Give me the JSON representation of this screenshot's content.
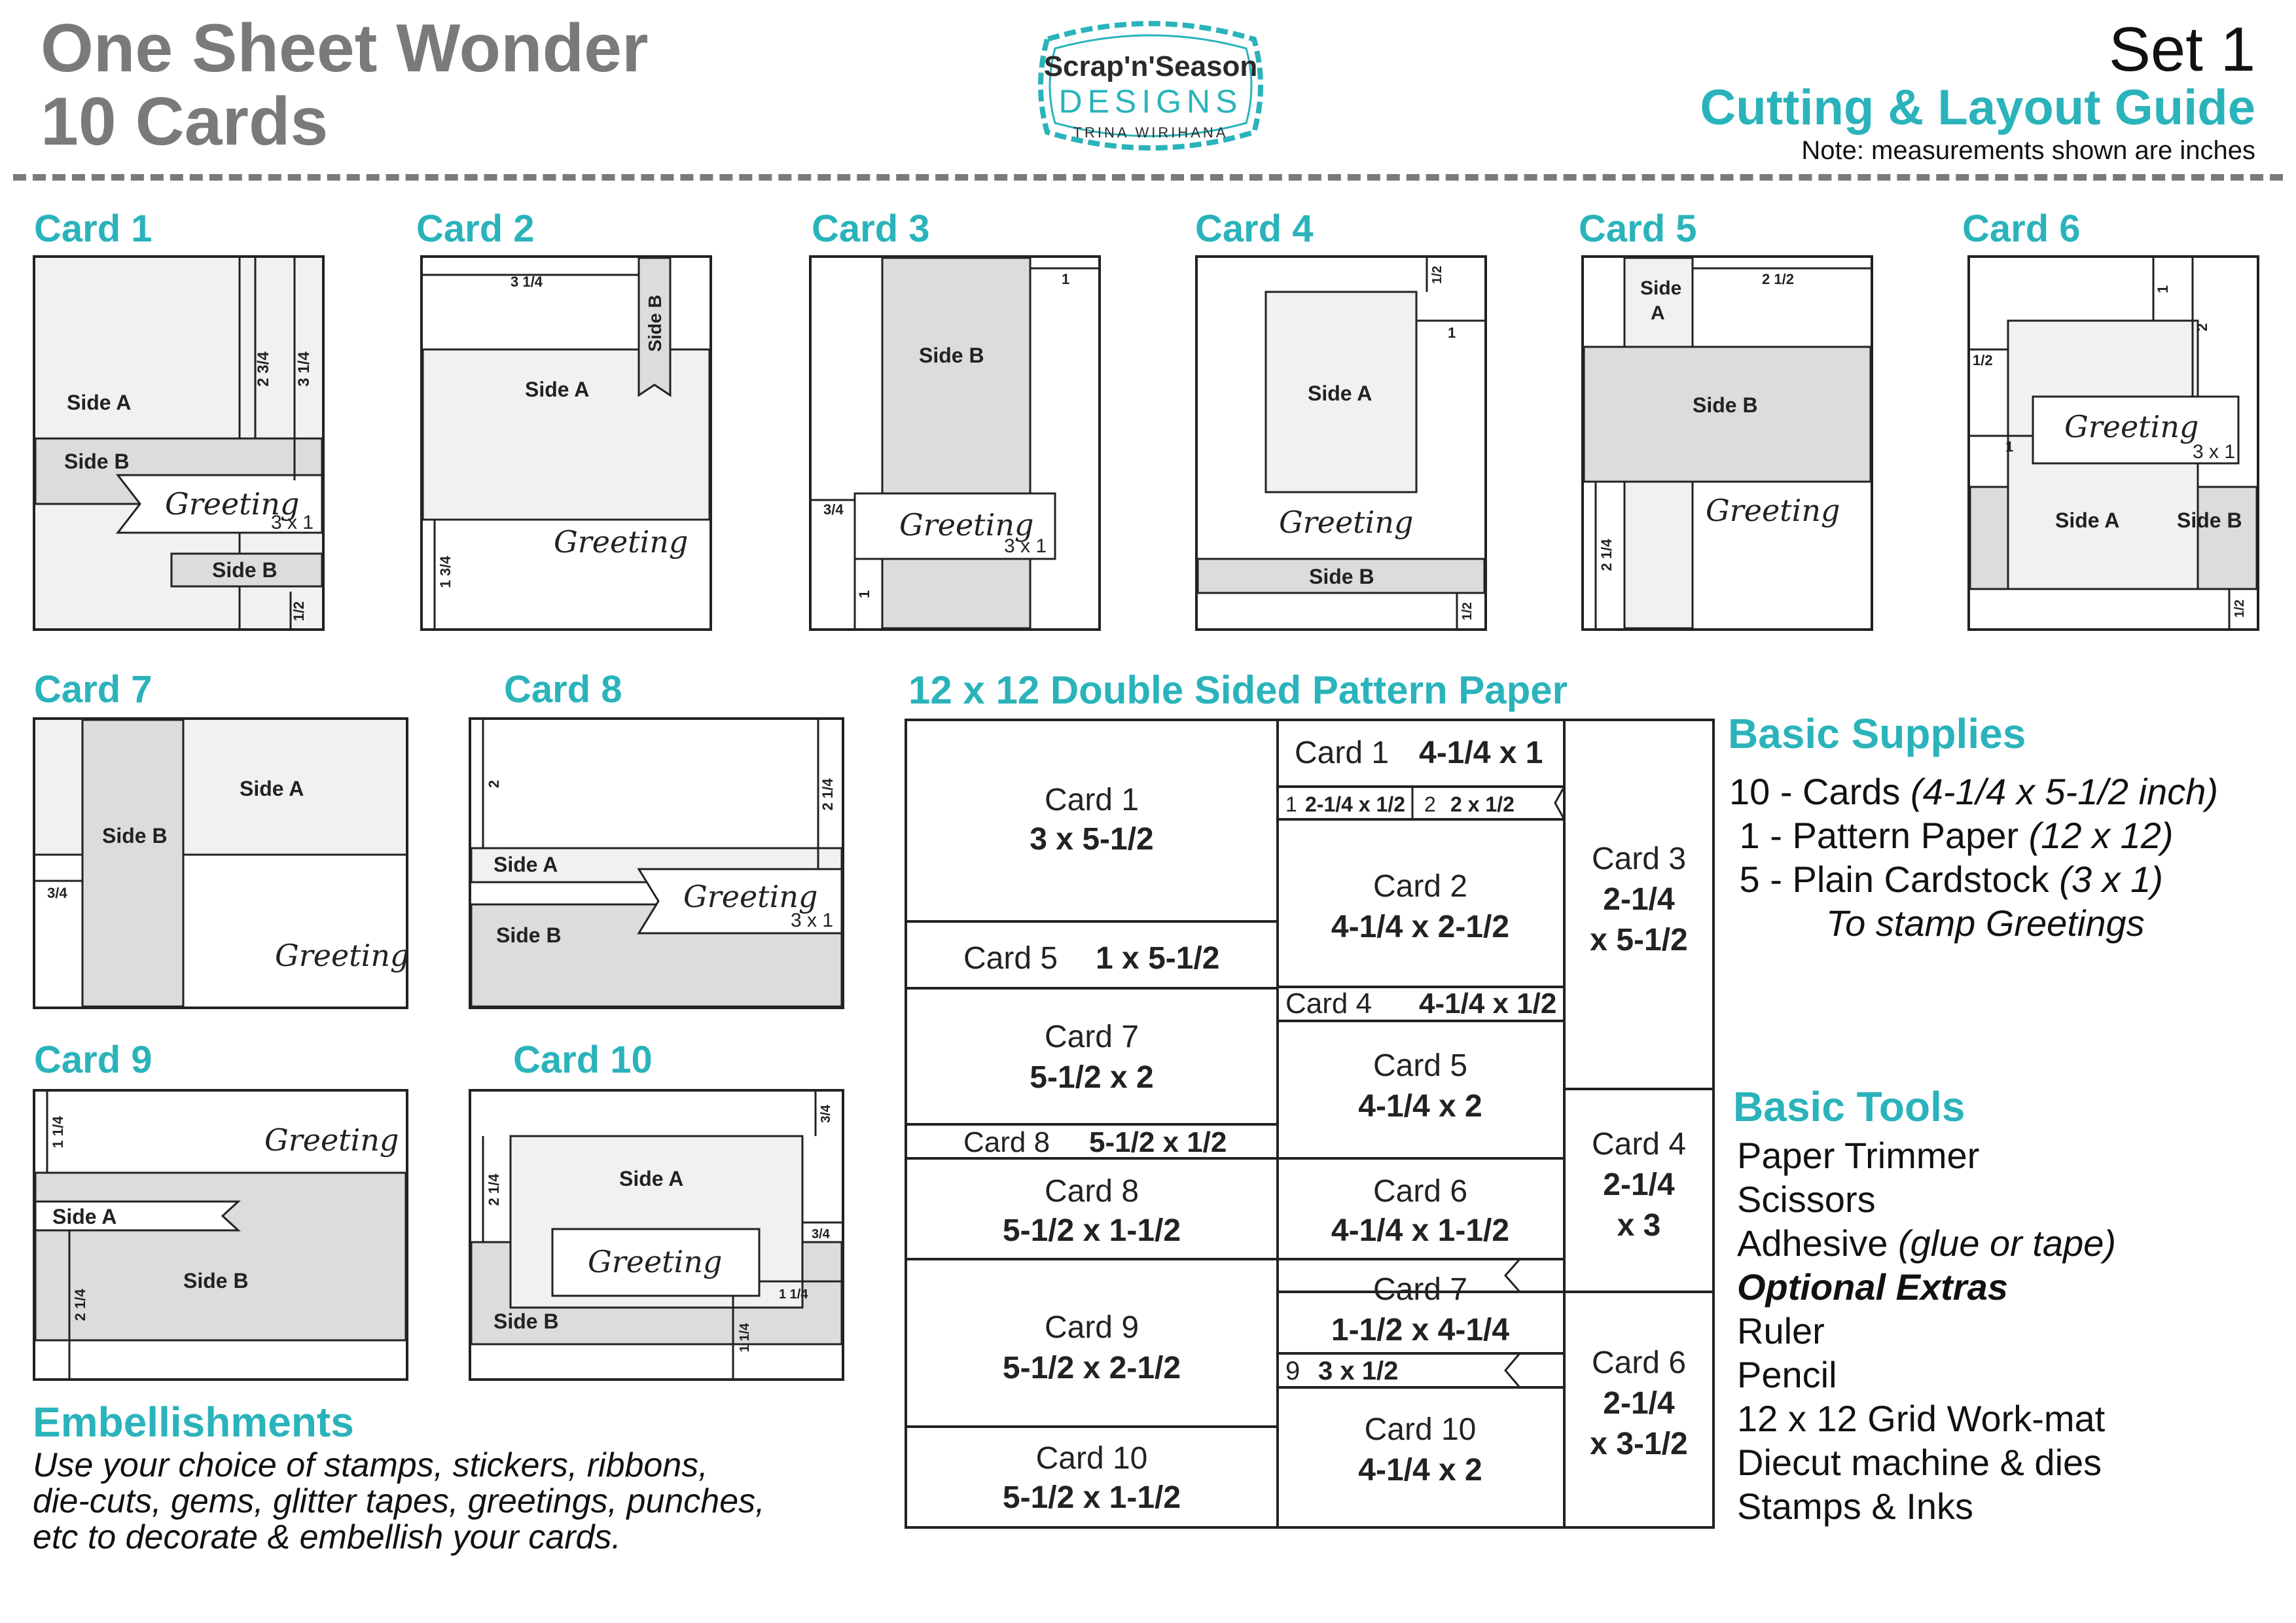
{
  "header": {
    "title_line1": "One Sheet Wonder",
    "title_line2": "10 Cards",
    "set": "Set 1",
    "guide": "Cutting & Layout Guide",
    "note": "Note: measurements shown are inches"
  },
  "logo": {
    "line1": "Scrap'n'Season",
    "line2": "DESIGNS",
    "line3": "TRINA WIRIHANA"
  },
  "colors": {
    "accent": "#2ab3bb",
    "title_gray": "#7a7a7a",
    "panel_light": "#f1f1f1",
    "panel_dark": "#dcdcdc"
  },
  "labels": {
    "side_a": "Side A",
    "side_b": "Side B",
    "greeting": "Greeting",
    "size_3x1": "3 x 1"
  },
  "cards": [
    {
      "title": "Card 1",
      "dims": [
        "2 3/4",
        "3 1/4",
        "1/2"
      ]
    },
    {
      "title": "Card 2",
      "dims": [
        "3 1/4",
        "1 3/4"
      ]
    },
    {
      "title": "Card 3",
      "dims": [
        "1",
        "3/4",
        "1"
      ]
    },
    {
      "title": "Card 4",
      "dims": [
        "1/2",
        "1",
        "1/2"
      ]
    },
    {
      "title": "Card 5",
      "dims": [
        "2 1/2",
        "2 1/4"
      ]
    },
    {
      "title": "Card 6",
      "dims": [
        "1",
        "2",
        "1/2",
        "1",
        "1/2"
      ]
    },
    {
      "title": "Card 7",
      "dims": [
        "3/4"
      ]
    },
    {
      "title": "Card 8",
      "dims": [
        "2",
        "2 1/4"
      ]
    },
    {
      "title": "Card 9",
      "dims": [
        "1 1/4",
        "2 1/4"
      ]
    },
    {
      "title": "Card 10",
      "dims": [
        "2 1/4",
        "3/4",
        "3/4",
        "1 1/4",
        "1 1/4"
      ]
    }
  ],
  "sheet": {
    "title": "12 x 12 Double Sided Pattern Paper",
    "cells": [
      {
        "label": "Card 1",
        "size": "3 x 5-1/2"
      },
      {
        "label": "Card 5",
        "size": "1 x 5-1/2"
      },
      {
        "label": "Card 7",
        "size": "5-1/2 x 2"
      },
      {
        "label": "Card 8",
        "size": "5-1/2 x 1/2"
      },
      {
        "label": "Card 8",
        "size": "5-1/2 x 1-1/2"
      },
      {
        "label": "Card 9",
        "size": "5-1/2 x 2-1/2"
      },
      {
        "label": "Card 10",
        "size": "5-1/2 x 1-1/2"
      },
      {
        "label": "Card 1",
        "size": "4-1/4 x 1"
      },
      {
        "label": "1",
        "size": "2-1/4 x 1/2"
      },
      {
        "label": "2",
        "size": "2 x 1/2"
      },
      {
        "label": "Card 2",
        "size": "4-1/4 x 2-1/2"
      },
      {
        "label": "Card 4",
        "size": "4-1/4 x 1/2"
      },
      {
        "label": "Card 5",
        "size": "4-1/4 x 2"
      },
      {
        "label": "Card 6",
        "size": "4-1/4 x 1-1/2"
      },
      {
        "label": "Card 7",
        "size": "1-1/2 x 4-1/4"
      },
      {
        "label": "9",
        "size": "3 x 1/2"
      },
      {
        "label": "Card 10",
        "size": "4-1/4 x 2"
      },
      {
        "label": "Card 3",
        "size1": "2-1/4",
        "size2": "x 5-1/2"
      },
      {
        "label": "Card 4",
        "size1": "2-1/4",
        "size2": "x 3"
      },
      {
        "label": "Card 6",
        "size1": "2-1/4",
        "size2": "x 3-1/2"
      }
    ]
  },
  "supplies": {
    "heading": "Basic Supplies",
    "items": [
      {
        "prefix": "10 - Cards ",
        "detail": "(4-1/4 x 5-1/2 inch)"
      },
      {
        "prefix": " 1 - Pattern Paper ",
        "detail": "(12 x 12)"
      },
      {
        "prefix": " 5 - Plain Cardstock ",
        "detail": "(3 x 1)"
      }
    ],
    "stamp_note": "To stamp Greetings"
  },
  "tools": {
    "heading": "Basic Tools",
    "items": [
      "Paper Trimmer",
      "Scissors"
    ],
    "adhesive": "Adhesive ",
    "adhesive_detail": "(glue or tape)",
    "optional": "Optional Extras",
    "extras": [
      "Ruler",
      "Pencil",
      "12 x 12 Grid Work-mat",
      "Diecut machine & dies",
      "Stamps & Inks"
    ]
  },
  "embellishments": {
    "heading": "Embellishments",
    "lines": [
      "Use your choice of stamps, stickers, ribbons,",
      "die-cuts, gems, glitter tapes, greetings, punches,",
      "etc to decorate & embellish your cards."
    ]
  }
}
